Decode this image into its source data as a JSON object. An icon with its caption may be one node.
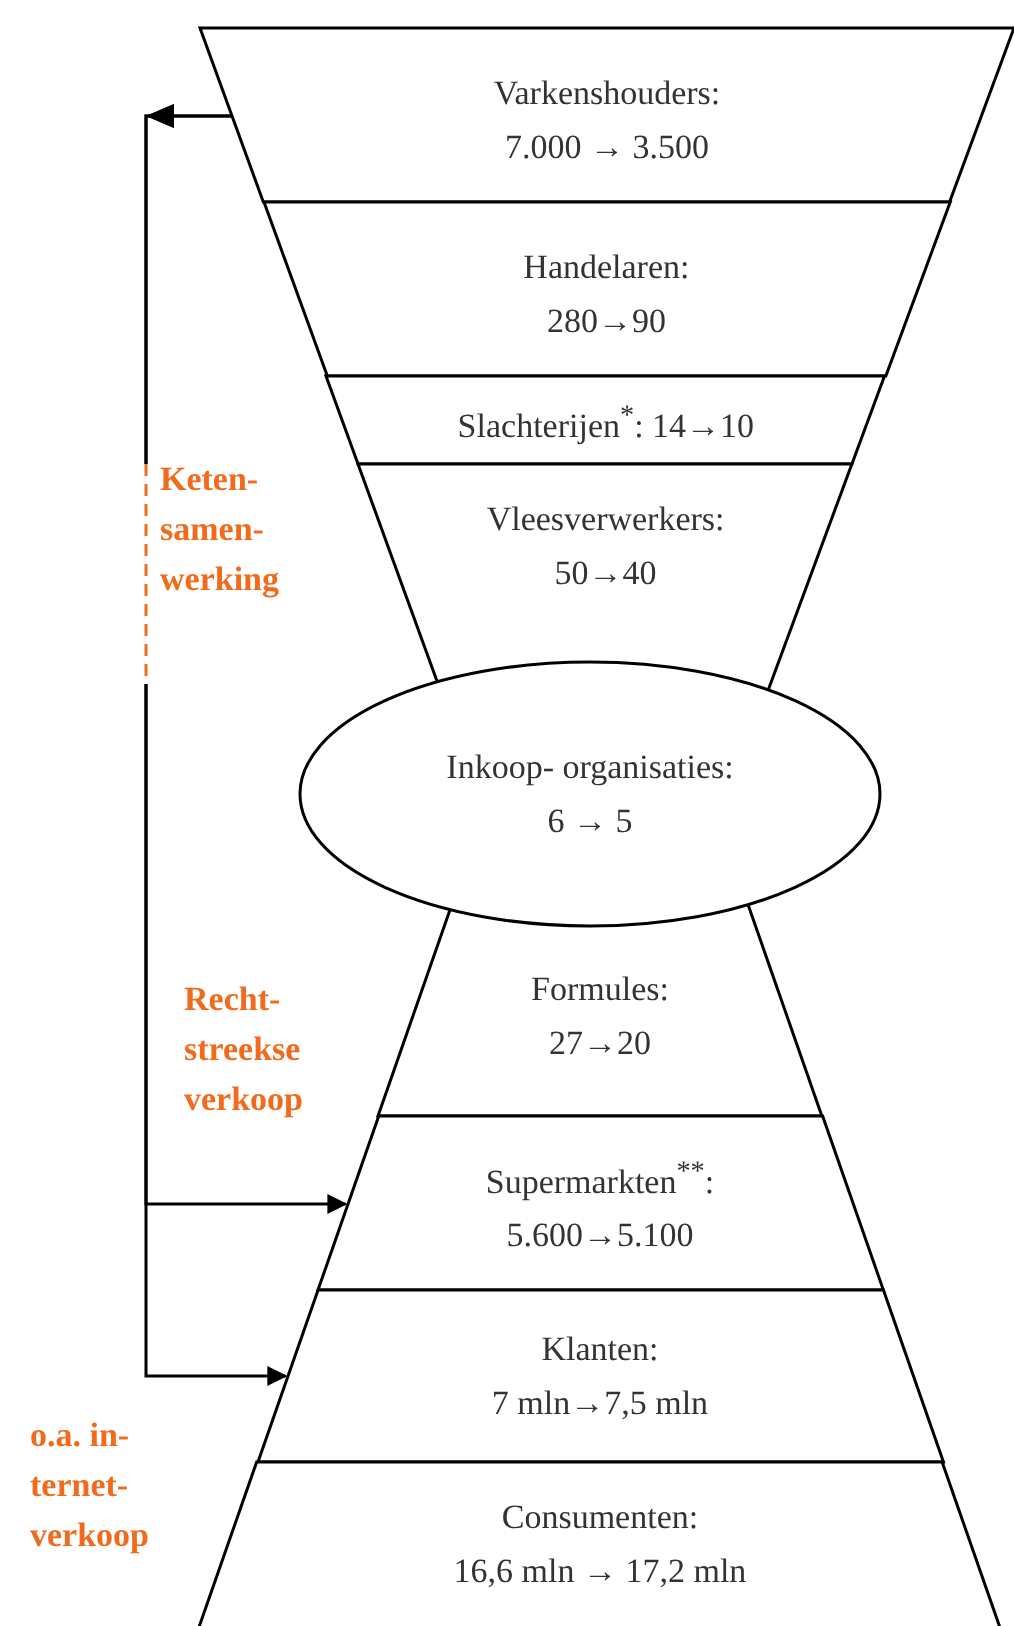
{
  "diagram": {
    "nodes": [
      {
        "text": [
          "Varkenshouders:",
          "7.000 → 3.500"
        ]
      },
      {
        "text": [
          "Handelaren:",
          "280→90"
        ]
      },
      {
        "text": [
          "Slachterijen$^{*}$: 14→10"
        ]
      },
      {
        "text": [
          "Vleesverwerkers:",
          "50→40"
        ]
      },
      {
        "text": [
          "Inkoop- organisaties:",
          "6 → 5"
        ]
      },
      {
        "text": [
          "Formules:",
          "27→20"
        ]
      },
      {
        "text": [
          "Supermarkten$^{**}$:",
          "5.600→5.100"
        ]
      },
      {
        "text": [
          "Klanten:",
          "7 mln→7,5 mln"
        ]
      },
      {
        "text": [
          "Consumenten:",
          "16,6 mln → 17,2 mln"
        ]
      }
    ],
    "edges": [
      {
        "from": 0,
        "to": 6,
        "arrow": "to"
      },
      {
        "from": 0,
        "to": 7,
        "arrow": "to"
      }
    ],
    "labels": [
      "Keten- samen- werking",
      "Recht- streekse verkoop",
      "o.a. in- ternet- verkoop"
    ]
  }
}
